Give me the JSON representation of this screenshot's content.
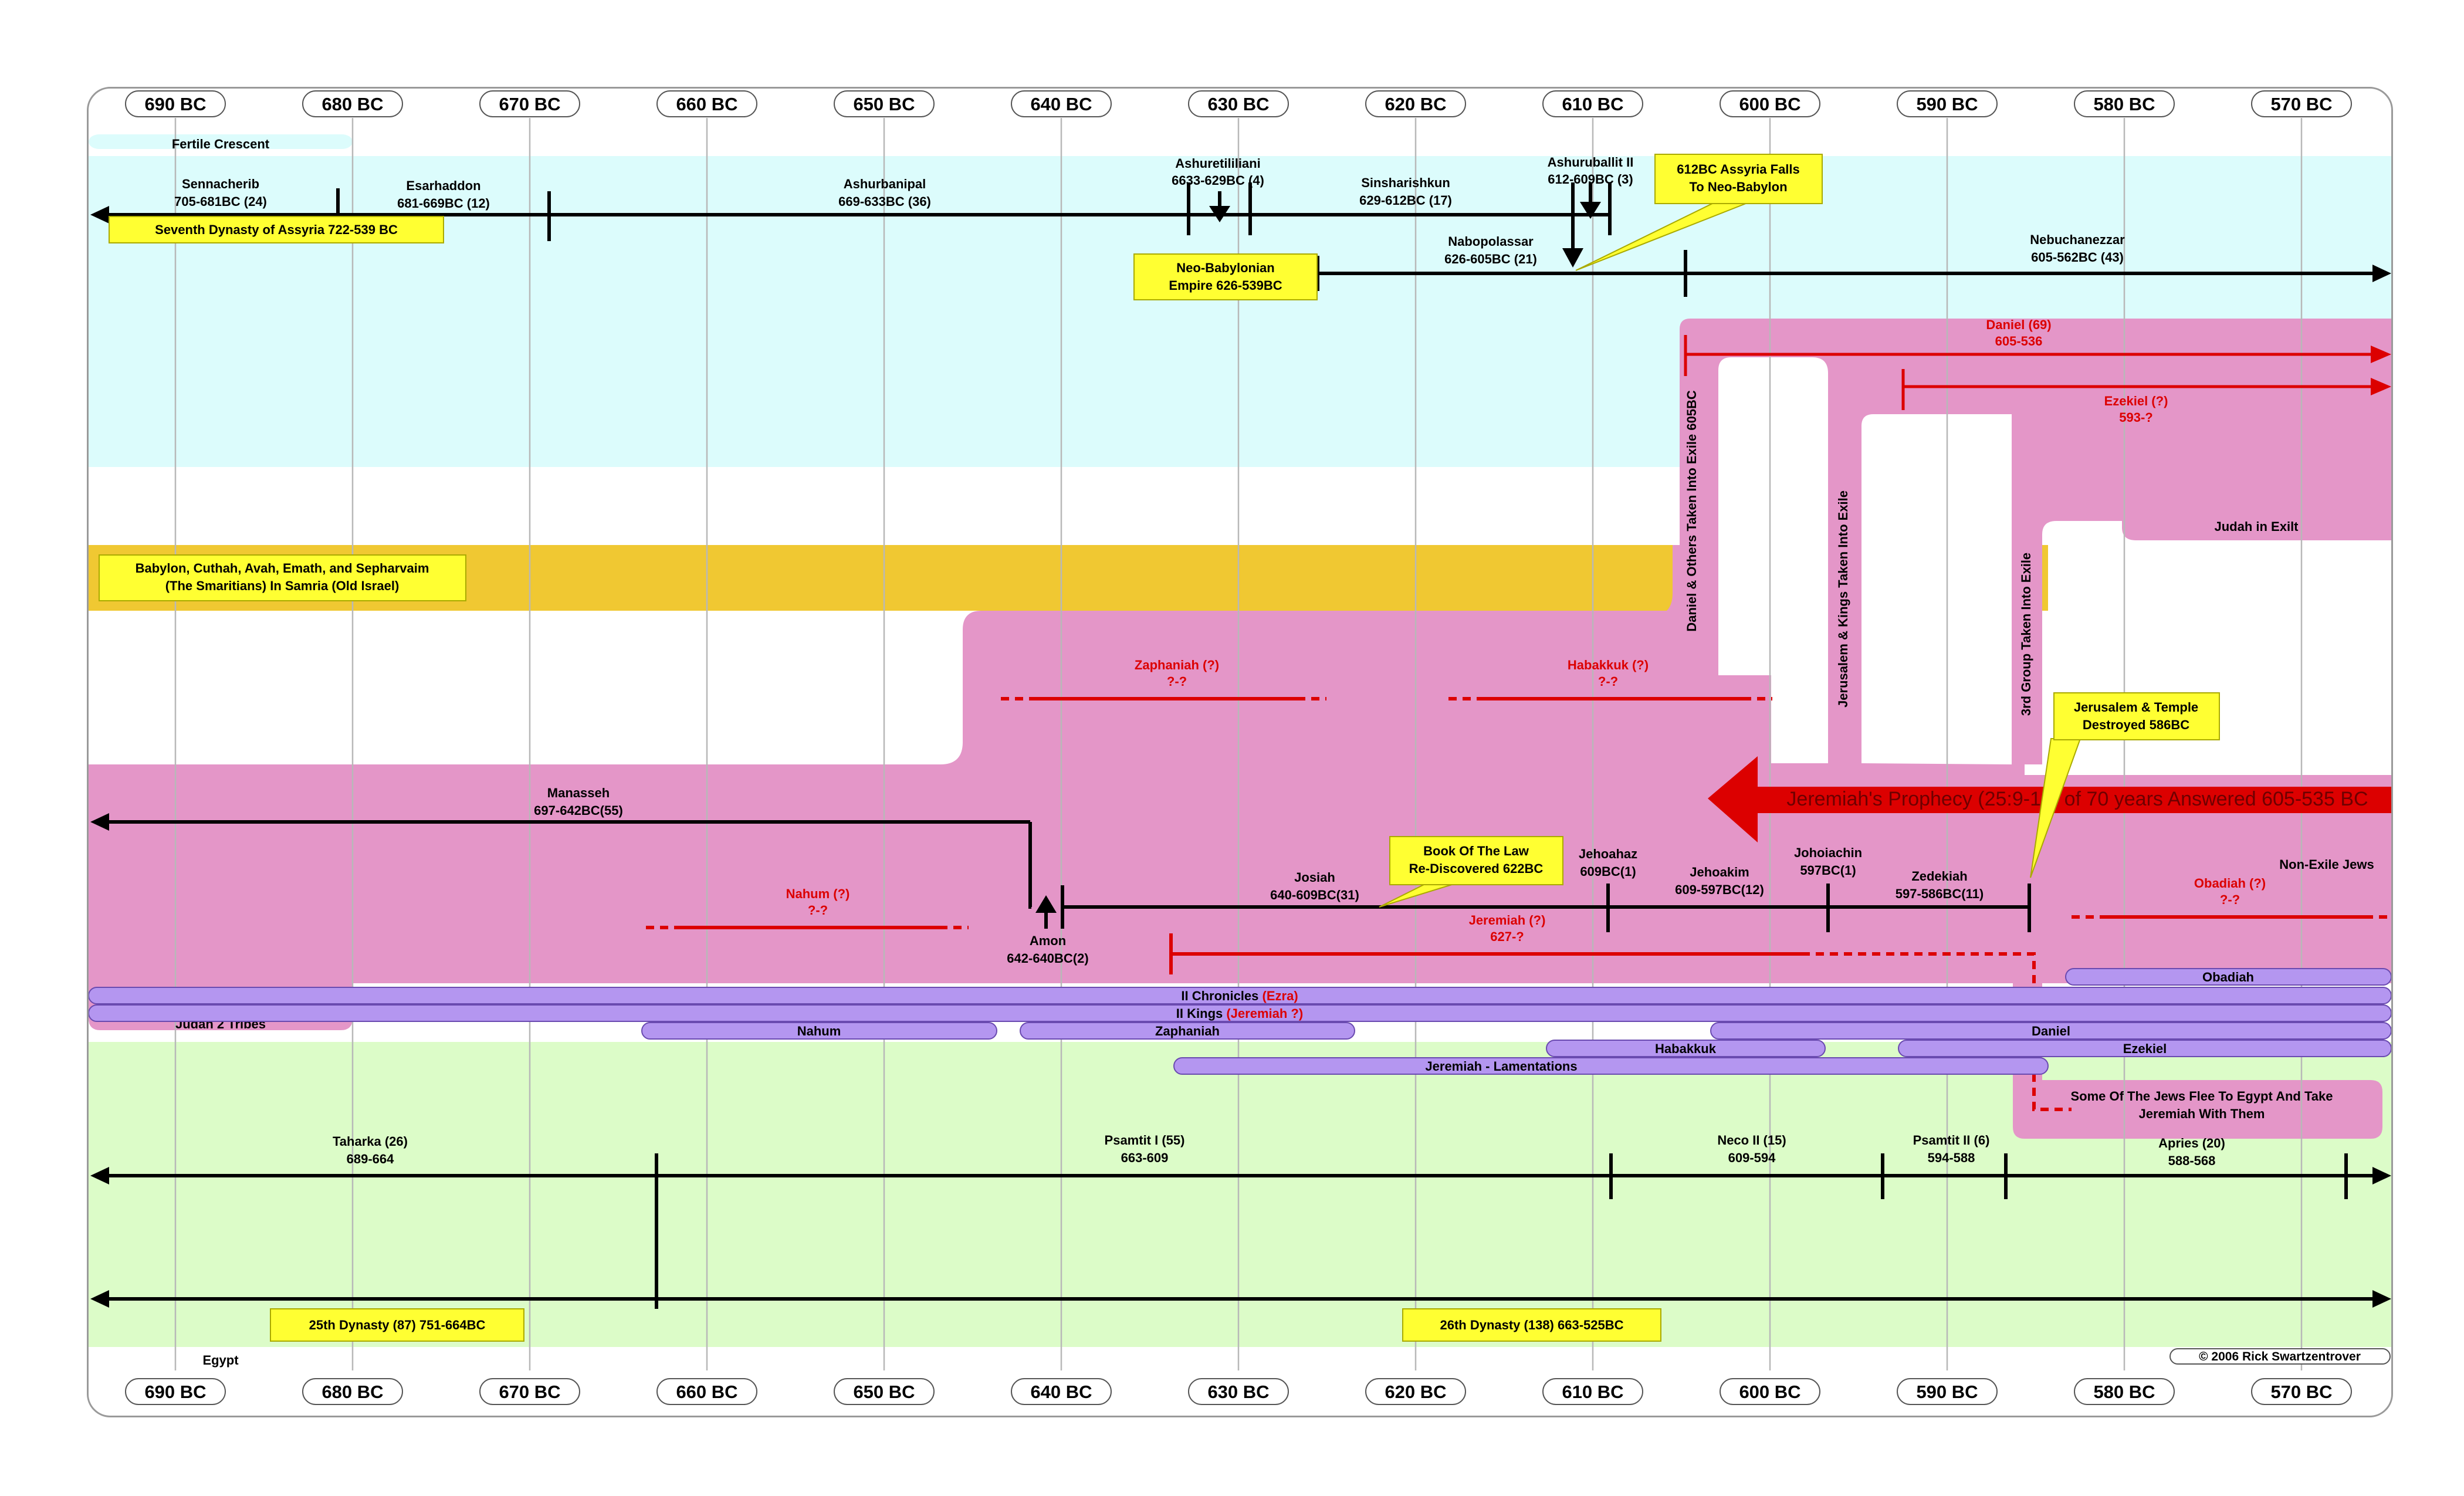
{
  "years": [
    "690 BC",
    "680 BC",
    "670 BC",
    "660 BC",
    "650 BC",
    "640 BC",
    "630 BC",
    "620 BC",
    "610 BC",
    "600 BC",
    "590 BC",
    "580 BC",
    "570 BC"
  ],
  "regions": {
    "fertile": "Fertile Crescent",
    "samaria": [
      "Babylon, Cuthah, Avah, Emath, and Sepharvaim",
      "(The Smaritians) In Samria (Old Israel)"
    ],
    "judah_exile": "Judah in Exilt",
    "judah": "Judah 2 Tribes",
    "non_exile": "Non-Exile Jews",
    "egypt": "Egypt"
  },
  "assyria": {
    "dynasty": "Seventh Dynasty of  Assyria 722-539 BC",
    "kings": [
      {
        "name": "Sennacherib",
        "dates": "705-681BC (24)"
      },
      {
        "name": "Esarhaddon",
        "dates": "681-669BC (12)"
      },
      {
        "name": "Ashurbanipal",
        "dates": "669-633BC (36)"
      },
      {
        "name": "Ashuretililiani",
        "dates": "6633-629BC (4)"
      },
      {
        "name": "Sinsharishkun",
        "dates": "629-612BC (17)"
      },
      {
        "name": "Ashuruballit II",
        "dates": "612-609BC (3)"
      }
    ],
    "fall_note": [
      "612BC  Assyria Falls",
      "To Neo-Babylon"
    ]
  },
  "babylon": {
    "empire": [
      "Neo-Babylonian",
      "Empire 626-539BC"
    ],
    "kings": [
      {
        "name": "Nabopolassar",
        "dates": "626-605BC (21)"
      },
      {
        "name": "Nebuchanezzar",
        "dates": "605-562BC (43)"
      }
    ]
  },
  "exile": {
    "daniel": {
      "name": "Daniel (69)",
      "dates": "605-536"
    },
    "ezekiel": {
      "name": "Ezekiel (?)",
      "dates": "593-?"
    },
    "wave1": "Daniel & Others Taken Into Exile 605BC",
    "wave2": "Jerusalem & Kings Taken Into Exile",
    "wave3": "3rd Group Taken Into Exile"
  },
  "prophets": [
    {
      "name": "Zaphaniah (?)",
      "dates": "?-?"
    },
    {
      "name": "Habakkuk (?)",
      "dates": "?-?"
    },
    {
      "name": "Nahum (?)",
      "dates": "?-?"
    },
    {
      "name": "Jeremiah (?)",
      "dates": "627-?"
    },
    {
      "name": "Obadiah (?)",
      "dates": "?-?"
    }
  ],
  "notes": {
    "jerusalem": [
      "Jerusalem & Temple",
      "Destroyed 586BC"
    ],
    "law": [
      "Book Of The Law",
      "Re-Discovered 622BC"
    ],
    "prophecy": "Jeremiah's Prophecy (25:9-12) of 70 years Answered 605-535 BC",
    "flee": [
      "Some Of The Jews Flee To Egypt And Take",
      "Jeremiah With Them"
    ],
    "copyright": "© 2006 Rick Swartzentrover"
  },
  "judah_kings": [
    {
      "name": "Manasseh",
      "dates": "697-642BC(55)"
    },
    {
      "name": "Amon",
      "dates": "642-640BC(2)"
    },
    {
      "name": "Josiah",
      "dates": "640-609BC(31)"
    },
    {
      "name": "Jehoahaz",
      "dates": "609BC(1)"
    },
    {
      "name": "Jehoakim",
      "dates": "609-597BC(12)"
    },
    {
      "name": "Johoiachin",
      "dates": "597BC(1)"
    },
    {
      "name": "Zedekiah",
      "dates": "597-586BC(11)"
    }
  ],
  "books": {
    "chronicles": {
      "main": "II Chronicles ",
      "author": "(Ezra)"
    },
    "kings": {
      "main": "II Kings ",
      "author": "(Jeremiah ?)"
    },
    "nahum": "Nahum",
    "zaphaniah": "Zaphaniah",
    "daniel": "Daniel",
    "habakkuk": "Habakkuk",
    "ezekiel": "Ezekiel",
    "obadiah": "Obadiah",
    "jeremiah": "Jeremiah - Lamentations"
  },
  "egypt": {
    "pharaohs": [
      {
        "name": "Taharka (26)",
        "dates": "689-664"
      },
      {
        "name": "Psamtit I (55)",
        "dates": "663-609"
      },
      {
        "name": "Neco II (15)",
        "dates": "609-594"
      },
      {
        "name": "Psamtit II (6)",
        "dates": "594-588"
      },
      {
        "name": "Apries (20)",
        "dates": "588-568"
      }
    ],
    "dyn25": "25th Dynasty (87) 751-664BC",
    "dyn26": "26th Dynasty (138) 663-525BC"
  },
  "colors": {
    "fertile": "#dcfcfc",
    "samaria": "#f0c832",
    "judah": "#e496c8",
    "egypt": "#dcfcc8",
    "book": "#b496f0",
    "note": "#ffff32",
    "red": "#dc0000"
  }
}
